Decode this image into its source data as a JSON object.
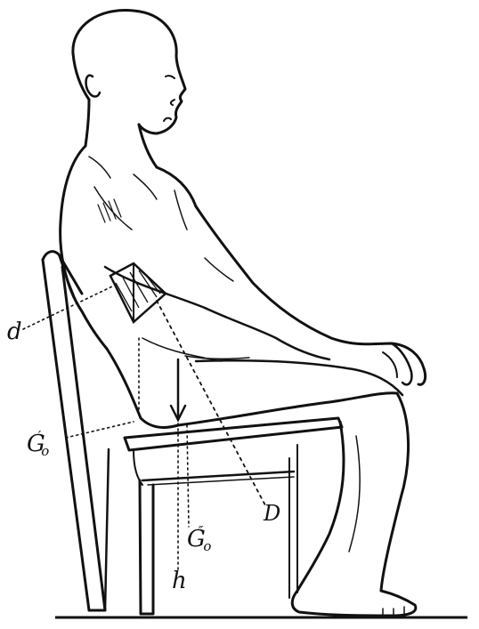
{
  "labels": {
    "d": "d",
    "g_prime": {
      "base": "G",
      "sub": "o",
      "mark": "′"
    },
    "D": "D",
    "g_double_prime": {
      "base": "G",
      "sub": "o",
      "mark": "″"
    },
    "h": "h"
  },
  "colors": {
    "ink": "#111111",
    "paper": "#ffffff"
  }
}
